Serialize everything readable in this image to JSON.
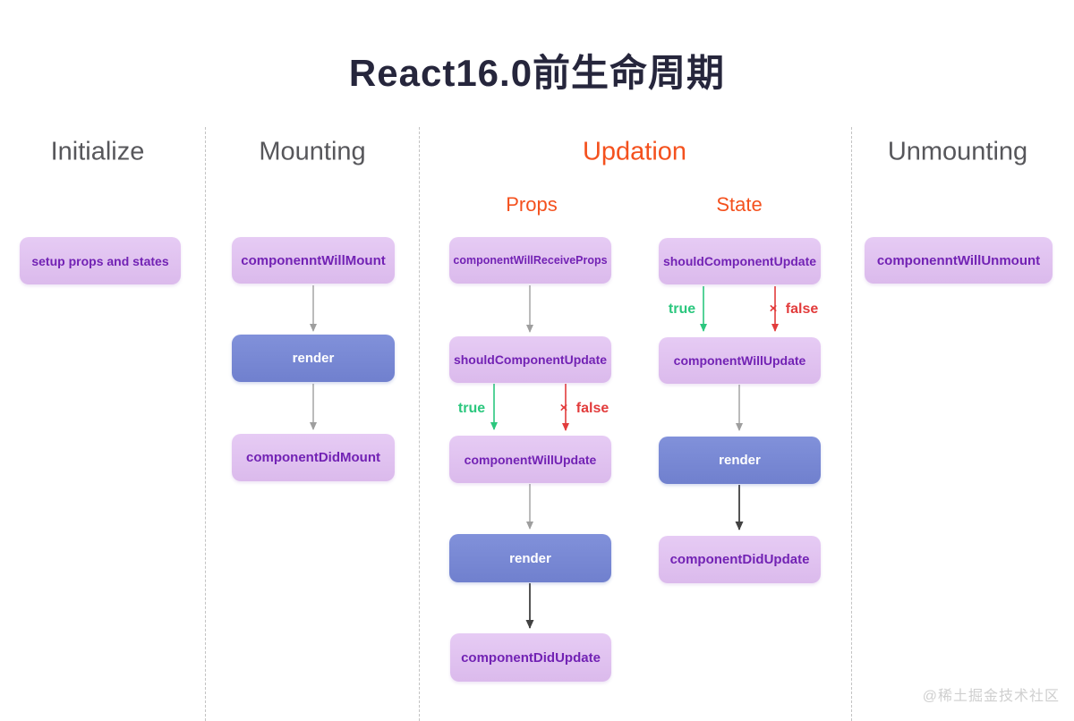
{
  "title": "React16.0前生命周期",
  "watermark": "@稀土掘金技术社区",
  "colors": {
    "accent_orange": "#f4511e",
    "box_purple_bg": "#dfc2ef",
    "box_purple_text": "#7222b4",
    "box_blue_bg": "#7a8ad6",
    "header_gray": "#57575b",
    "arrow_gray": "#9e9e9e",
    "arrow_dark": "#424242",
    "true_green": "#2bc77e",
    "false_red": "#e23c3c"
  },
  "phases": {
    "initialize": {
      "label": "Initialize",
      "boxes": {
        "setup": "setup props and states"
      }
    },
    "mounting": {
      "label": "Mounting",
      "boxes": {
        "willMount": "componenntWillMount",
        "render": "render",
        "didMount": "componentDidMount"
      }
    },
    "updation": {
      "label": "Updation",
      "props": {
        "label": "Props",
        "boxes": {
          "willReceiveProps": "componentWillReceiveProps",
          "shouldUpdate": "shouldComponentUpdate",
          "willUpdate": "componentWillUpdate",
          "render": "render",
          "didUpdate": "componentDidUpdate"
        }
      },
      "state": {
        "label": "State",
        "boxes": {
          "shouldUpdate": "shouldComponentUpdate",
          "willUpdate": "componentWillUpdate",
          "render": "render",
          "didUpdate": "componentDidUpdate"
        }
      }
    },
    "unmounting": {
      "label": "Unmounting",
      "boxes": {
        "willUnmount": "componenntWillUnmount"
      }
    }
  },
  "edge_labels": {
    "true_label": "true",
    "false_label": "false",
    "x_mark": "×"
  }
}
